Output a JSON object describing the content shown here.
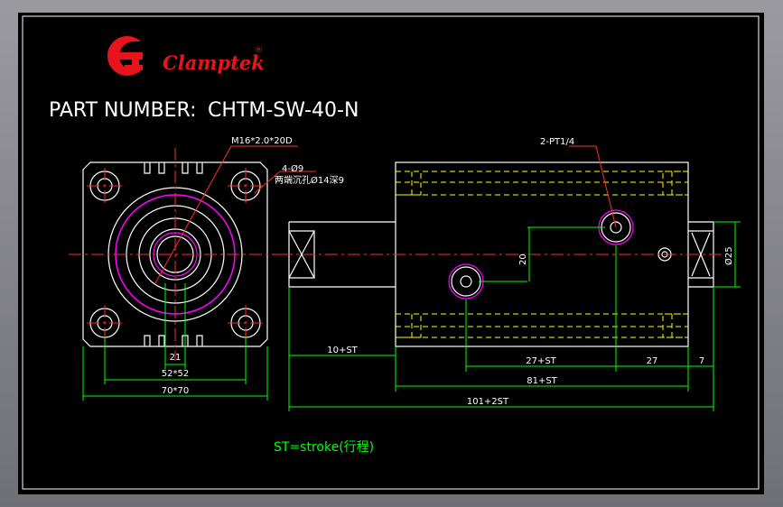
{
  "header": {
    "brand": "Clamptek",
    "brand_mark": "®",
    "part_label": "PART NUMBER:",
    "part_number": "CHTM-SW-40-N"
  },
  "annotations": {
    "thread": "M16*2.0*20D",
    "holes": "4-Ø9",
    "counterbore": "两端沉孔Ø14深9",
    "port": "2-PT1/4",
    "stroke_note": "ST=stroke(行程)"
  },
  "dims": {
    "d21": "21",
    "d52": "52*52",
    "d70": "70*70",
    "d20": "20",
    "d25": "Ø25",
    "d10st": "10+ST",
    "d27st": "27+ST",
    "d27": "27",
    "d7": "7",
    "d81st": "81+ST",
    "d101": "101+2ST"
  },
  "colors": {
    "background": "#000000",
    "line": "#ffffff",
    "dimension": "#00ff00",
    "leader": "#ff0000",
    "hidden": "#ffff00",
    "highlight": "#ff00ff",
    "logo": "#e8141c"
  }
}
